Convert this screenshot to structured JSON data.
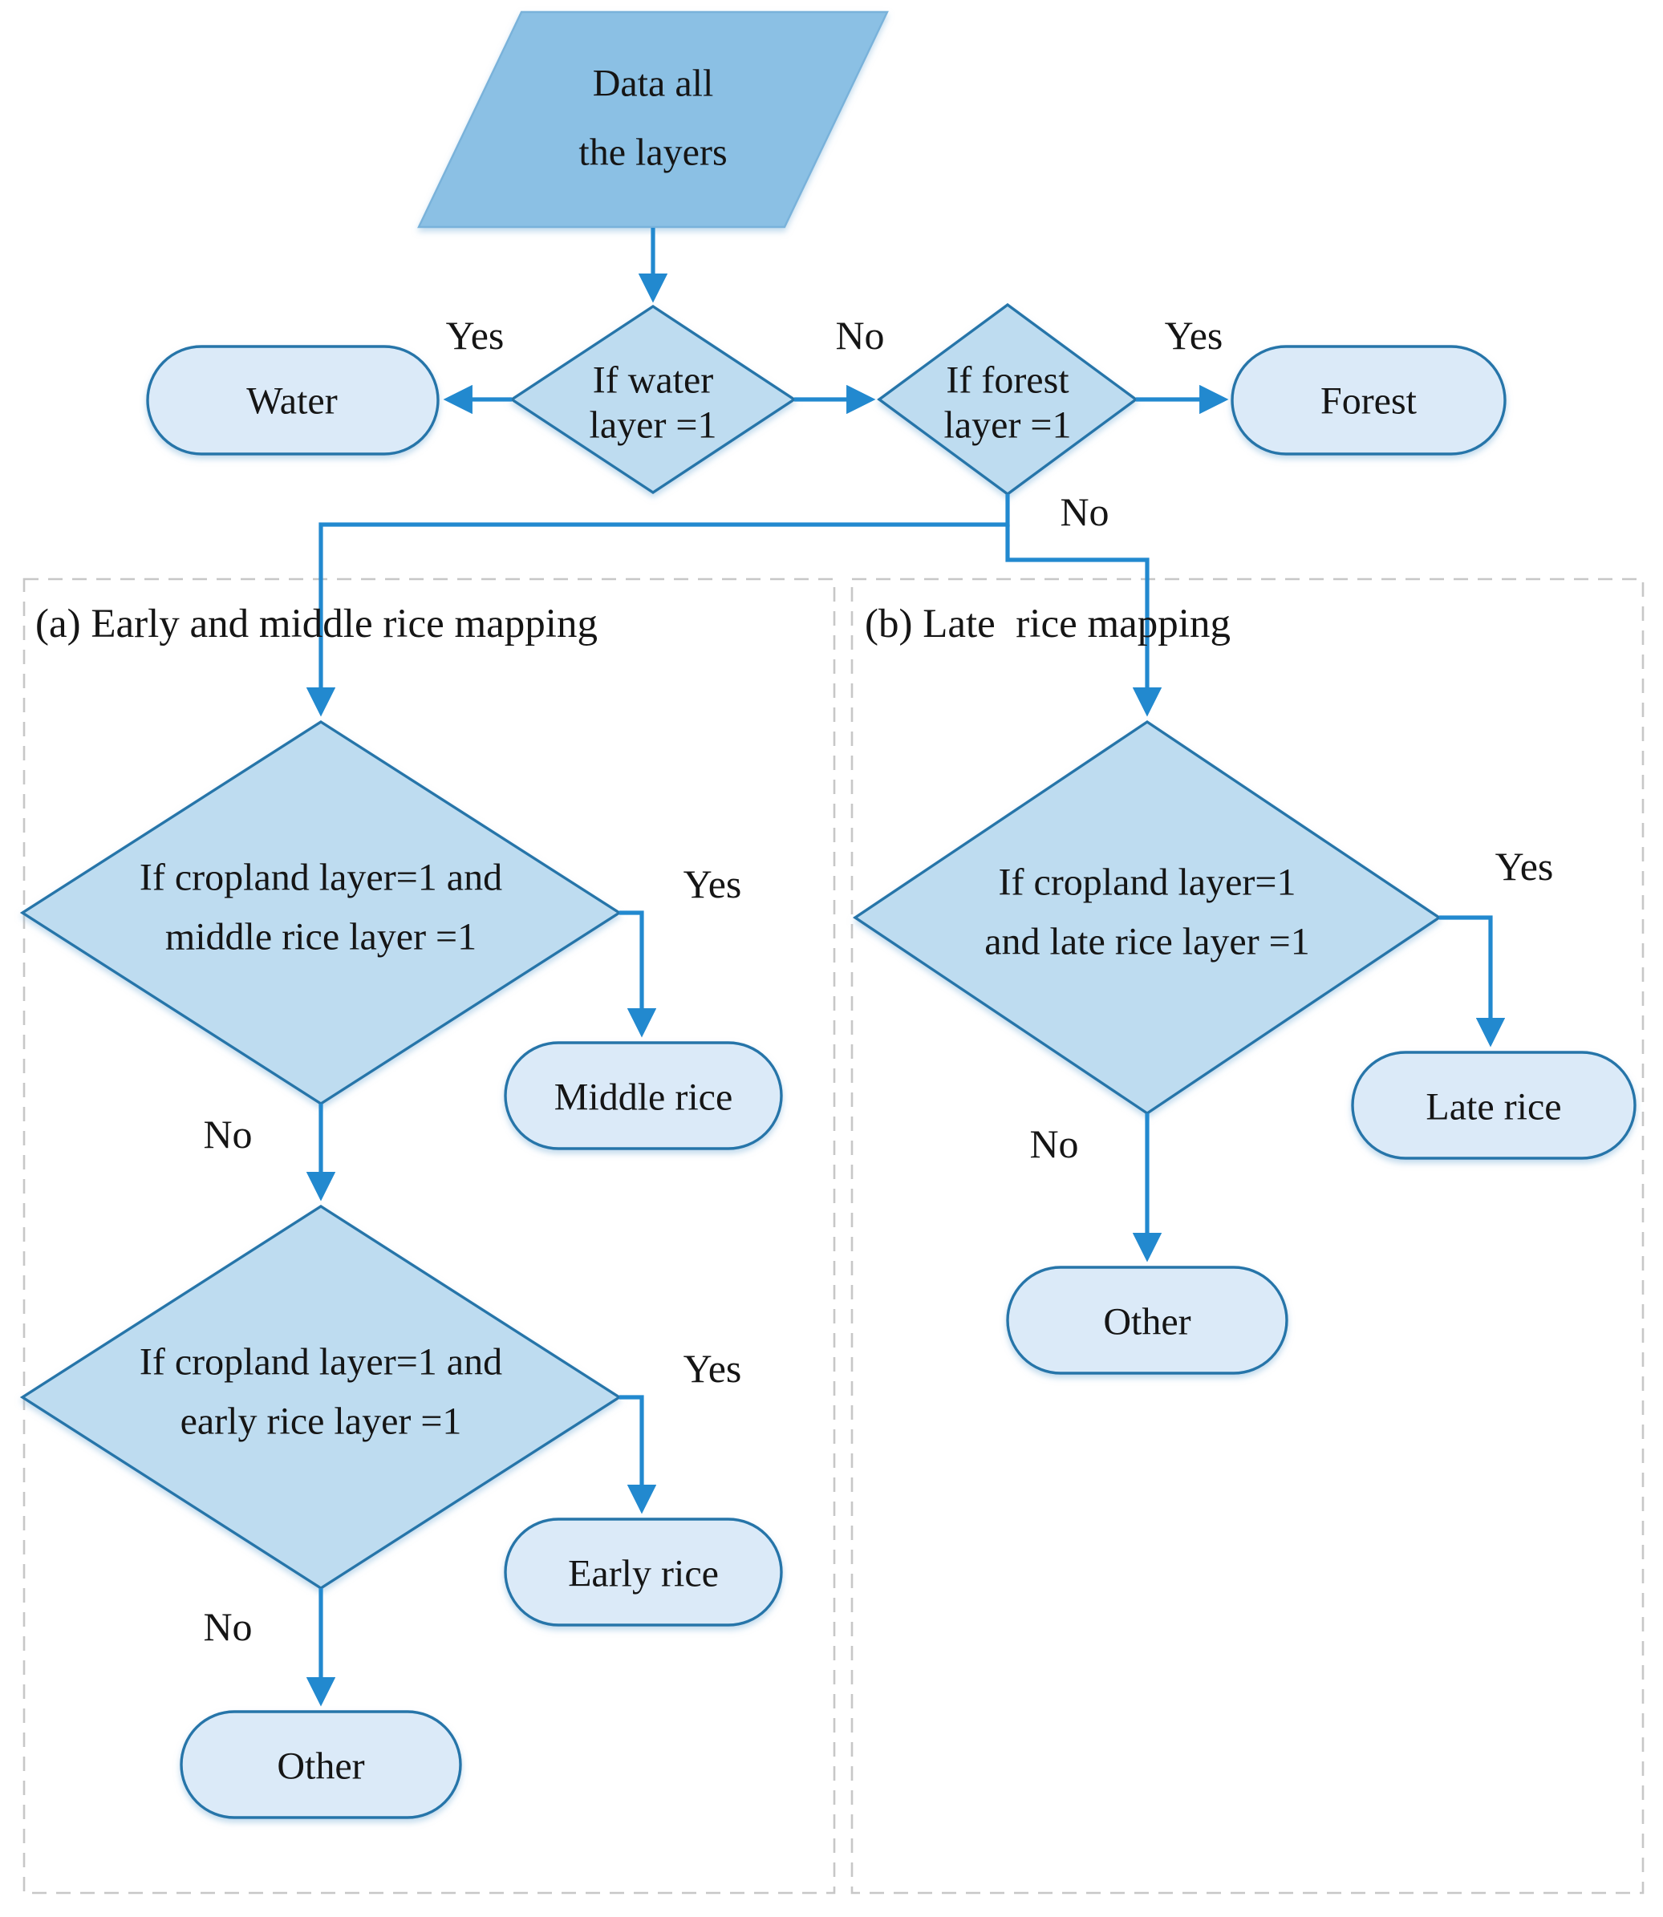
{
  "figure": {
    "type": "flowchart",
    "topic": "Rice mapping decision tree"
  },
  "colors": {
    "connector_blue": "#2289cf",
    "shape_stroke_blue": "#2574a9",
    "diamond_fill": "#bedcf0",
    "terminator_fill": "#dbeaf8",
    "parallelogram_fill": "#8bc0e4",
    "section_border_gray": "#c7c7c7",
    "text_color": "#151515"
  },
  "labels": {
    "yes": "Yes",
    "no": "No"
  },
  "nodes": {
    "start": {
      "shape": "parallelogram",
      "line1": "Data all",
      "line2": "the layers"
    },
    "water_decision": {
      "shape": "diamond",
      "line1": "If water",
      "line2": "layer =1"
    },
    "water": {
      "shape": "terminator",
      "label": "Water"
    },
    "forest_decision": {
      "shape": "diamond",
      "line1": "If forest",
      "line2": "layer =1"
    },
    "forest": {
      "shape": "terminator",
      "label": "Forest"
    },
    "middle_decision": {
      "shape": "diamond",
      "line1": "If cropland layer=1 and",
      "line2": "middle rice layer =1"
    },
    "middle_rice": {
      "shape": "terminator",
      "label": "Middle rice"
    },
    "early_decision": {
      "shape": "diamond",
      "line1": "If cropland layer=1 and",
      "line2": "early rice layer =1"
    },
    "early_rice": {
      "shape": "terminator",
      "label": "Early rice"
    },
    "other_a": {
      "shape": "terminator",
      "label": "Other"
    },
    "late_decision": {
      "shape": "diamond",
      "line1": "If cropland layer=1",
      "line2": "and late rice layer =1"
    },
    "late_rice": {
      "shape": "terminator",
      "label": "Late rice"
    },
    "other_b": {
      "shape": "terminator",
      "label": "Other"
    }
  },
  "sections": {
    "a": {
      "title": "(a) Early and middle rice mapping"
    },
    "b": {
      "title": "(b) Late  rice mapping"
    }
  },
  "edges": [
    {
      "from": "start",
      "to": "water_decision",
      "label": ""
    },
    {
      "from": "water_decision",
      "to": "water",
      "label": "Yes"
    },
    {
      "from": "water_decision",
      "to": "forest_decision",
      "label": "No"
    },
    {
      "from": "forest_decision",
      "to": "forest",
      "label": "Yes"
    },
    {
      "from": "forest_decision",
      "to": "middle_decision",
      "label": "No"
    },
    {
      "from": "forest_decision",
      "to": "late_decision",
      "label": "No"
    },
    {
      "from": "middle_decision",
      "to": "middle_rice",
      "label": "Yes"
    },
    {
      "from": "middle_decision",
      "to": "early_decision",
      "label": "No"
    },
    {
      "from": "early_decision",
      "to": "early_rice",
      "label": "Yes"
    },
    {
      "from": "early_decision",
      "to": "other_a",
      "label": "No"
    },
    {
      "from": "late_decision",
      "to": "late_rice",
      "label": "Yes"
    },
    {
      "from": "late_decision",
      "to": "other_b",
      "label": "No"
    }
  ]
}
